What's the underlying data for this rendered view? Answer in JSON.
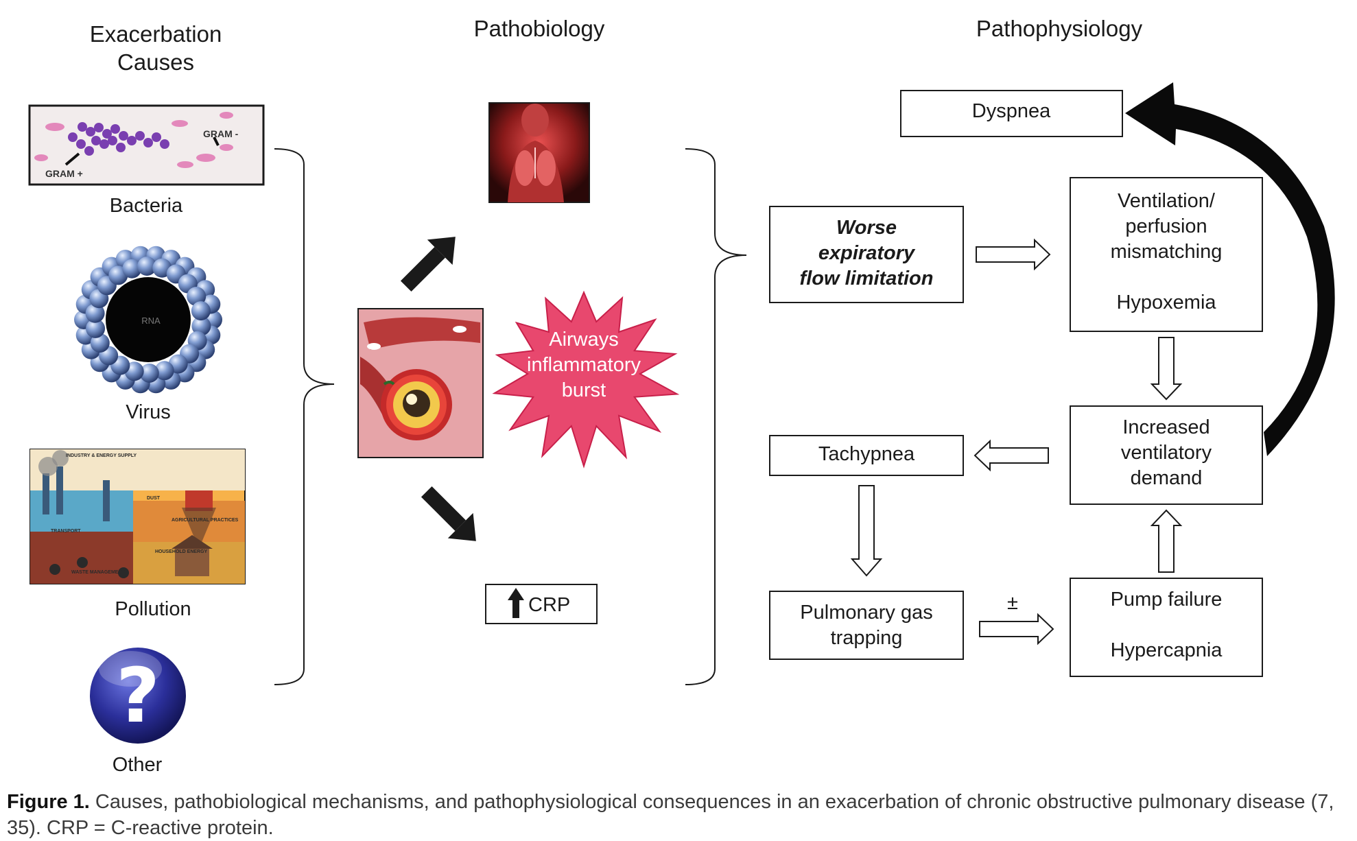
{
  "headers": {
    "causes_line1": "Exacerbation",
    "causes_line2": "Causes",
    "pathobiology": "Pathobiology",
    "pathophysiology": "Pathophysiology"
  },
  "causes": {
    "bacteria": "Bacteria",
    "bacteria_gram_pos": "GRAM +",
    "bacteria_gram_neg": "GRAM -",
    "virus": "Virus",
    "virus_rna": "RNA",
    "pollution": "Pollution",
    "pollution_tags": [
      "INDUSTRY & ENERGY SUPPLY",
      "DUST",
      "TRANSPORT",
      "AGRICULTURAL PRACTICES",
      "HOUSEHOLD ENERGY",
      "WASTE MANAGEMENT"
    ],
    "other": "Other"
  },
  "pathobiology": {
    "burst_line1": "Airways",
    "burst_line2": "inflammatory",
    "burst_line3": "burst",
    "crp": "CRP"
  },
  "pathophysiology": {
    "dyspnea": "Dyspnea",
    "worse_line1": "Worse",
    "worse_line2": "expiratory",
    "worse_line3": "flow limitation",
    "vq_line1": "Ventilation/",
    "vq_line2": "perfusion",
    "vq_line3": "mismatching",
    "hypoxemia": "Hypoxemia",
    "demand_line1": "Increased",
    "demand_line2": "ventilatory",
    "demand_line3": "demand",
    "tachypnea": "Tachypnea",
    "trapping_line1": "Pulmonary gas",
    "trapping_line2": "trapping",
    "pump_failure": "Pump failure",
    "hypercapnia": "Hypercapnia",
    "plus_minus": "±"
  },
  "caption": {
    "label": "Figure 1.",
    "text": " Causes, pathobiological mechanisms, and pathophysiological consequences in an exacerbation of chronic obstructive pulmonary disease (7, 35). CRP = C-reactive protein."
  },
  "colors": {
    "burst": "#e8486e",
    "burst_border": "#c8204a",
    "question_sphere": "#2b2f9a",
    "virus": "#4a67a0"
  }
}
